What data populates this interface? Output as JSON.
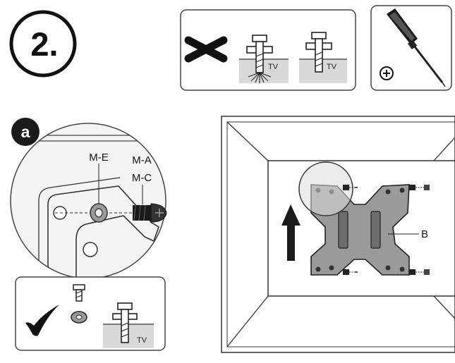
{
  "step": {
    "number": "2."
  },
  "badge": {
    "letter": "a"
  },
  "labels": {
    "washer": "M-E",
    "screw_a": "M-A",
    "screw_c": "M-C",
    "bracket": "B",
    "tv_wrong_1": "TV",
    "tv_wrong_2": "TV",
    "tv_correct": "TV"
  },
  "icons": {
    "wrong": "cross-icon",
    "correct": "checkmark-icon",
    "tool": "phillips-screwdriver-icon",
    "tool_symbol": "phillips-plus-icon",
    "direction": "arrow-up-icon"
  },
  "colors": {
    "line": "#222222",
    "panel_fill": "#f4f4f4",
    "tv_gray": "#d9d9d9",
    "bracket_gray": "#9a9a9a",
    "ink": "#111111"
  }
}
